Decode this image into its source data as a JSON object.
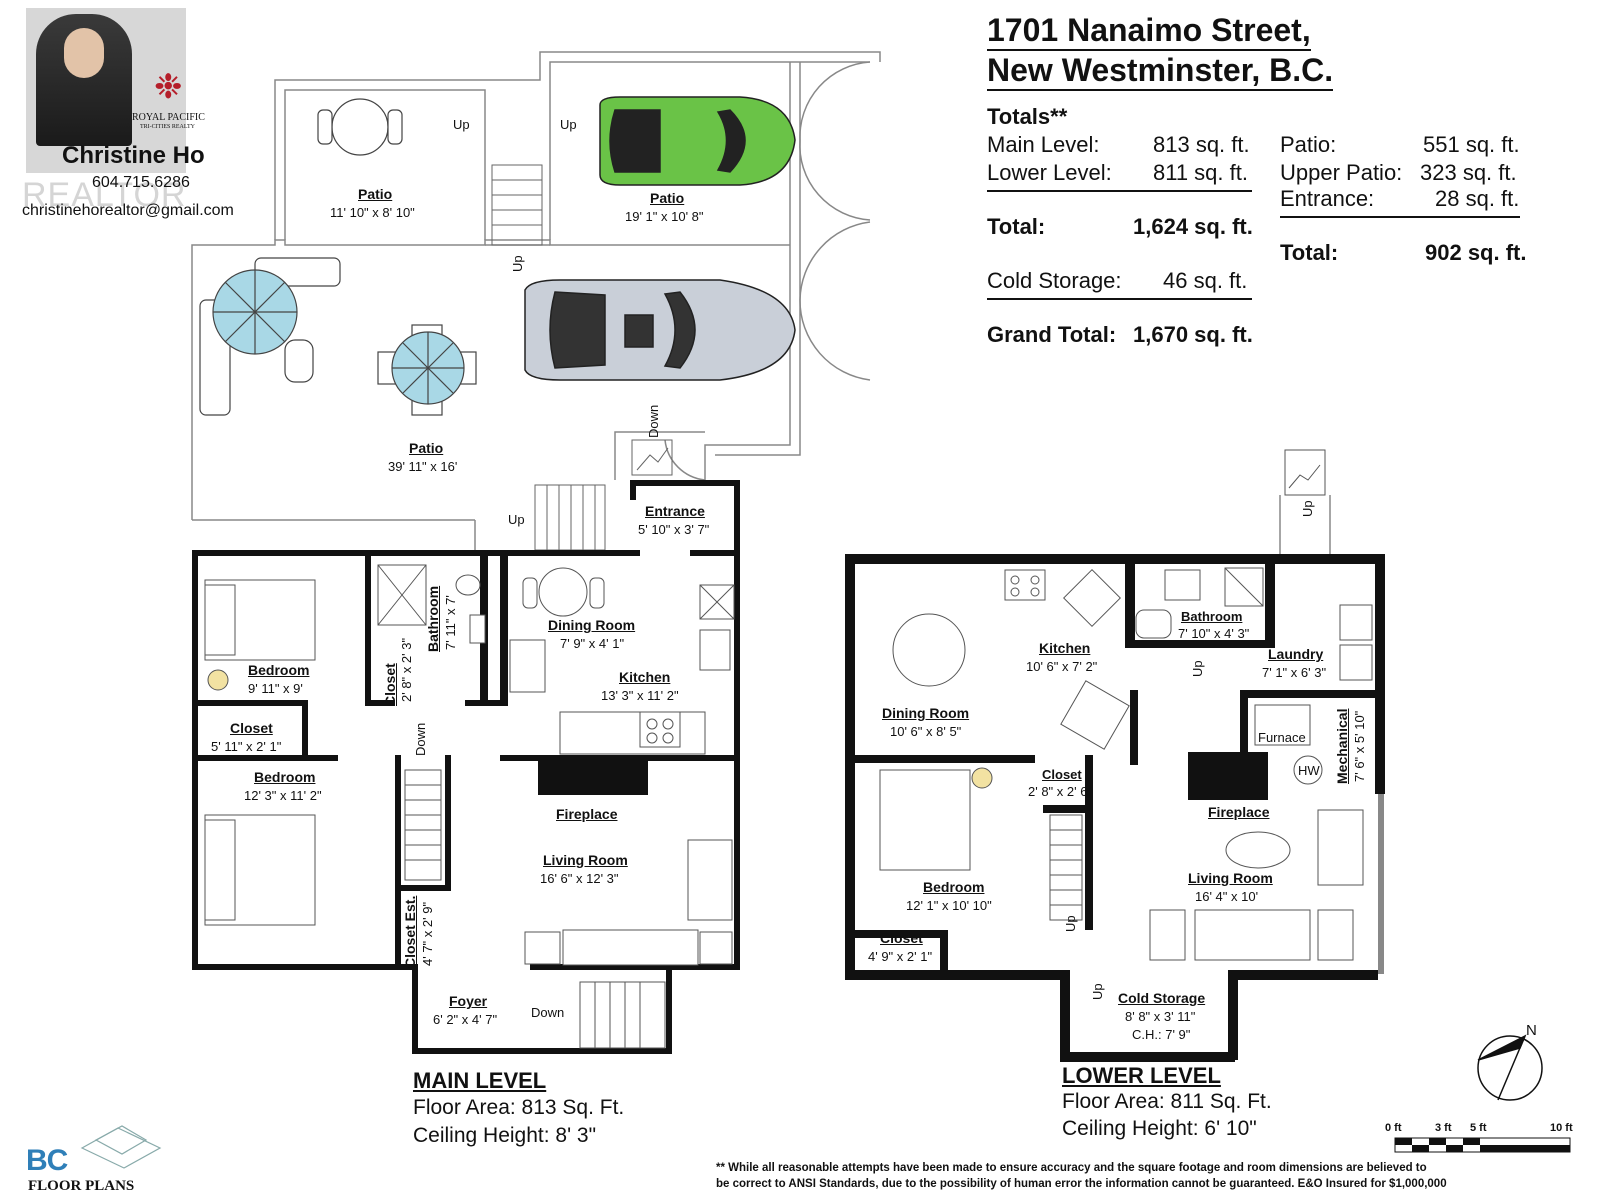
{
  "header": {
    "address_line1": "1701 Nanaimo Street,",
    "address_line2": "New Westminster, B.C."
  },
  "agent": {
    "brokerage_line1": "ROYAL PACIFIC",
    "brokerage_line2": "TRI-CITIES REALTY",
    "name": "Christine Ho",
    "watermark": "REALTOR",
    "phone": "604.715.6286",
    "email": "christinehorealtor@gmail.com"
  },
  "totals": {
    "heading": "Totals**",
    "main_level_label": "Main Level:",
    "main_level_value": "813 sq. ft.",
    "lower_level_label": "Lower Level:",
    "lower_level_value": "811 sq. ft.",
    "total_label": "Total:",
    "total_value": "1,624 sq. ft.",
    "cold_storage_label": "Cold Storage:",
    "cold_storage_value": "46 sq. ft.",
    "grand_total_label": "Grand Total:",
    "grand_total_value": "1,670 sq. ft.",
    "patio_label": "Patio:",
    "patio_value": "551 sq. ft.",
    "upper_patio_label": "Upper Patio:",
    "upper_patio_value": "323 sq. ft.",
    "entrance_label": "Entrance:",
    "entrance_value": "28 sq. ft.",
    "outdoor_total_label": "Total:",
    "outdoor_total_value": "902 sq. ft."
  },
  "outdoor": {
    "patio_a": {
      "name": "Patio",
      "dims": "11' 10\" x 8' 10\""
    },
    "patio_b": {
      "name": "Patio",
      "dims": "19' 1\" x 10' 8\""
    },
    "patio_c": {
      "name": "Patio",
      "dims": "39' 11\" x 16'"
    },
    "up": "Up",
    "down": "Down"
  },
  "main_level": {
    "title": "MAIN LEVEL",
    "floor_area": "Floor Area: 813 Sq. Ft.",
    "ceiling": "Ceiling Height: 8' 3\"",
    "rooms": {
      "entrance": {
        "name": "Entrance",
        "dims": "5' 10\" x 3' 7\""
      },
      "dining": {
        "name": "Dining Room",
        "dims": "7' 9\" x 4' 1\""
      },
      "kitchen": {
        "name": "Kitchen",
        "dims": "13' 3\" x 11' 2\""
      },
      "bedroom1": {
        "name": "Bedroom",
        "dims": "9' 11\" x 9'"
      },
      "closet1": {
        "name": "Closet",
        "dims": "5' 11\" x 2' 1\""
      },
      "bathroom": {
        "name": "Bathroom",
        "dims": "7' 11\" x 7'"
      },
      "closet2": {
        "name": "Closet",
        "dims": "2' 8\" x 2' 3\""
      },
      "bedroom2": {
        "name": "Bedroom",
        "dims": "12' 3\" x 11' 2\""
      },
      "fireplace": {
        "name": "Fireplace"
      },
      "living": {
        "name": "Living Room",
        "dims": "16' 6\" x 12' 3\""
      },
      "closet_est": {
        "name": "Closet Est.",
        "dims": "4' 7\" x 2' 9\""
      },
      "foyer": {
        "name": "Foyer",
        "dims": "6' 2\" x 4' 7\""
      }
    }
  },
  "lower_level": {
    "title": "LOWER LEVEL",
    "floor_area": "Floor Area:  811 Sq. Ft.",
    "ceiling": "Ceiling Height: 6' 10\"",
    "rooms": {
      "kitchen": {
        "name": "Kitchen",
        "dims": "10' 6\" x 7' 2\""
      },
      "bathroom": {
        "name": "Bathroom",
        "dims": "7' 10\" x 4' 3\""
      },
      "laundry": {
        "name": "Laundry",
        "dims": "7' 1\" x 6' 3\""
      },
      "dining": {
        "name": "Dining Room",
        "dims": "10' 6\" x 8' 5\""
      },
      "furnace": {
        "name": "Furnace"
      },
      "hw": {
        "name": "HW"
      },
      "mechanical": {
        "name": "Mechanical",
        "dims": "7' 6\" x 5' 10\""
      },
      "closet1": {
        "name": "Closet",
        "dims": "2' 8\" x 2' 6\""
      },
      "fireplace": {
        "name": "Fireplace"
      },
      "living": {
        "name": "Living Room",
        "dims": "16' 4\" x 10'"
      },
      "bedroom": {
        "name": "Bedroom",
        "dims": "12' 1\" x 10' 10\""
      },
      "closet2": {
        "name": "Closet",
        "dims": "4' 9\" x 2' 1\""
      },
      "cold_storage": {
        "name": "Cold Storage",
        "dims": "8' 8\" x 3' 11\"",
        "ch": "C.H.: 7' 9\""
      }
    }
  },
  "scale": {
    "t0": "0 ft",
    "t3": "3 ft",
    "t5": "5 ft",
    "t10": "10 ft",
    "north": "N"
  },
  "logo": {
    "letters": "BC",
    "text": "FLOOR PLANS"
  },
  "disclaimer": {
    "line1": "** While all reasonable attempts have been made to ensure accuracy and the square footage and room dimensions are believed to",
    "line2": "be correct to ANSI Standards, due to the possibility of human error the information cannot be guaranteed. E&O Insured for $1,000,000"
  },
  "colors": {
    "wall": "#111111",
    "car_green": "#6ac347",
    "car_silver": "#c9cfd8",
    "umbrella": "#a9d8e6"
  }
}
